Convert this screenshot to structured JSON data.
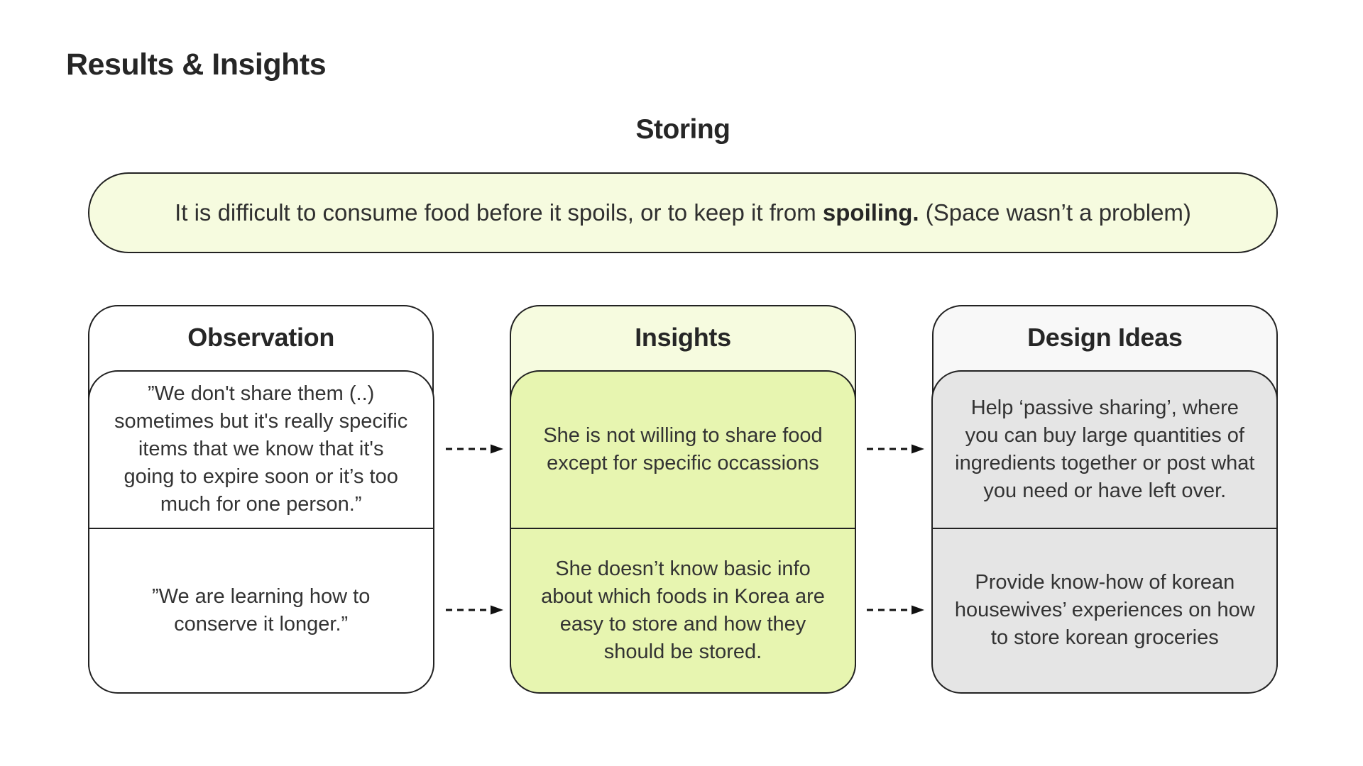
{
  "page": {
    "title": "Results & Insights",
    "section_heading": "Storing"
  },
  "banner": {
    "text_pre": "It is difficult to consume food before it spoils, or to keep it from ",
    "text_bold": "spoiling.",
    "text_post": " (Space wasn’t a problem)"
  },
  "columns": [
    {
      "id": "observation",
      "header": "Observation",
      "cells": [
        "”We don't share them (..) sometimes but it's really specific items that we know that it's going to expire soon or it’s too much for one person.”",
        "”We are learning how to conserve it longer.”"
      ]
    },
    {
      "id": "insights",
      "header": "Insights",
      "cells": [
        "She is not willing to share food except for specific occassions",
        "She doesn’t know basic info about which foods in Korea are easy to store and how they should be stored."
      ]
    },
    {
      "id": "design_ideas",
      "header": "Design Ideas",
      "cells": [
        "Help ‘passive sharing’, where you can buy large quantities of ingredients together or post what you need or have left over.",
        "Provide know-how of korean housewives’ experiences on how to store korean groceries"
      ]
    }
  ],
  "colors": {
    "ink": "#222222",
    "text": "#333333",
    "heading": "#262626",
    "banner-bg": "#F6FBDF",
    "insights-header-bg": "#F6FBDF",
    "insights-cell-bg": "#E7F5B0",
    "design-header-bg": "#F8F8F8",
    "design-cell-bg": "#E5E5E5",
    "observation-bg": "#FFFFFF"
  }
}
